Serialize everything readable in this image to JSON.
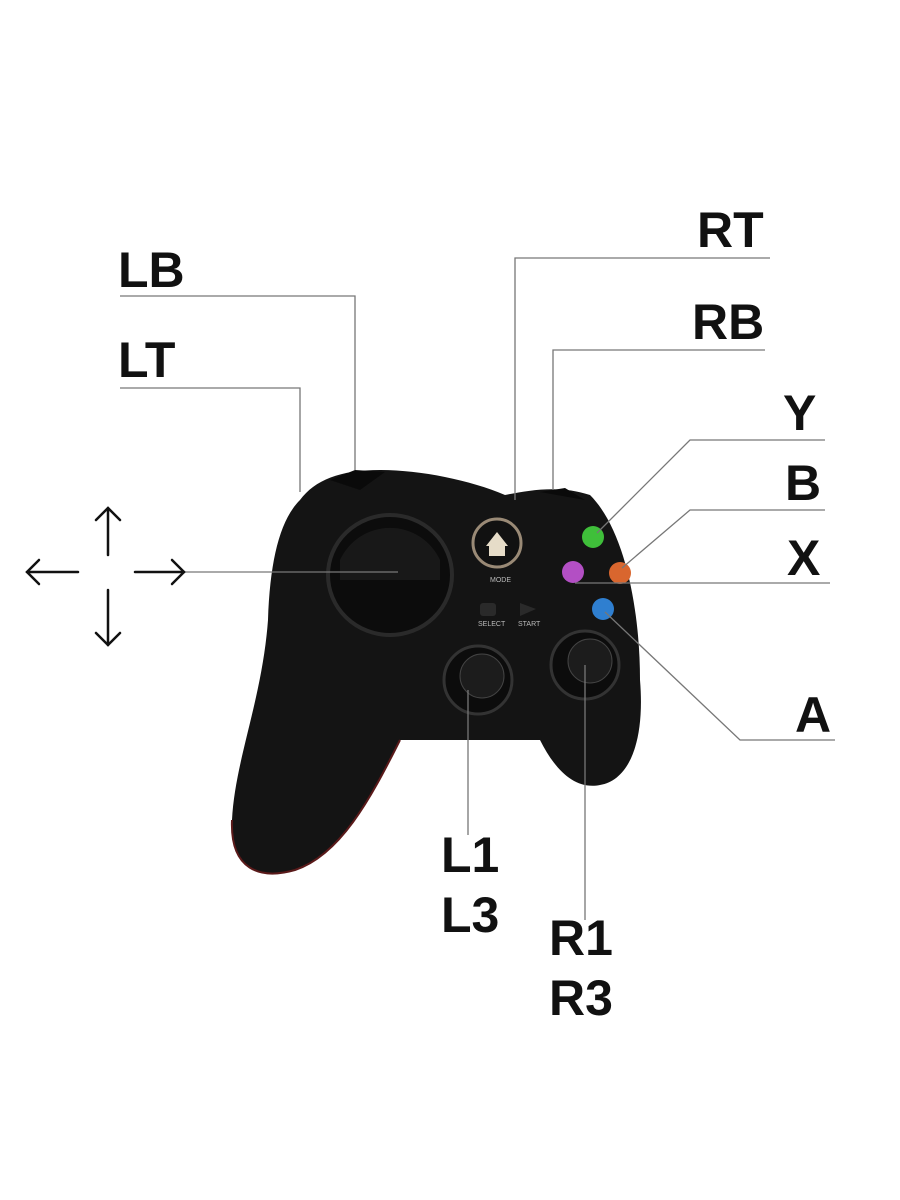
{
  "labels": {
    "lb": "LB",
    "lt": "LT",
    "rt": "RT",
    "rb": "RB",
    "y": "Y",
    "b": "B",
    "x": "X",
    "a": "A",
    "l1": "L1",
    "l3": "L3",
    "r1": "R1",
    "r3": "R3"
  },
  "controller": {
    "mode_label": "MODE",
    "select_label": "SELECT",
    "start_label": "START",
    "face_buttons": [
      {
        "letter": "Y",
        "color": "#3fbf3a"
      },
      {
        "letter": "B",
        "color": "#d9662e"
      },
      {
        "letter": "X",
        "color": "#b34fc4"
      },
      {
        "letter": "A",
        "color": "#2f7fd0"
      }
    ]
  }
}
